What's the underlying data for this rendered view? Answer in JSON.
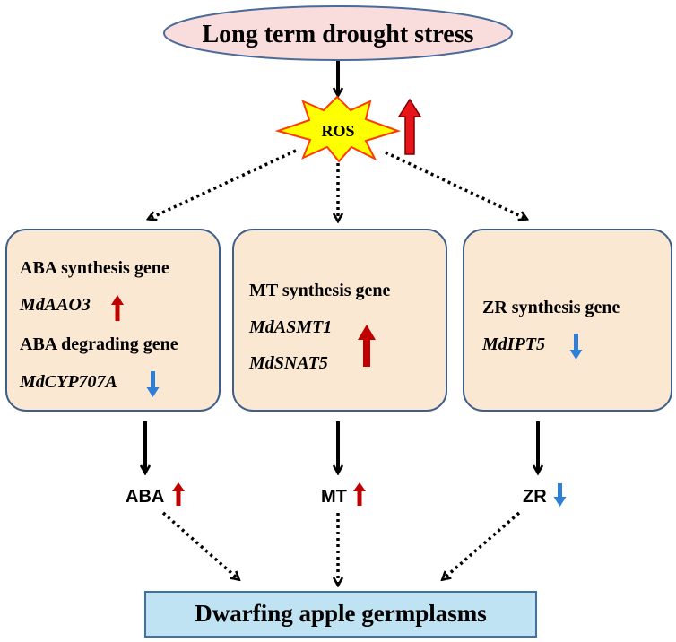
{
  "top": {
    "label": "Long term drought stress"
  },
  "ros": {
    "label": "ROS",
    "trend": "up"
  },
  "boxes": [
    {
      "name": "aba-box",
      "lines": [
        {
          "text": "ABA synthesis gene",
          "italic": false
        },
        {
          "text": "MdAAO3",
          "italic": true,
          "trend": "up"
        },
        {
          "text": "ABA degrading gene",
          "italic": false
        },
        {
          "text": "MdCYP707A",
          "italic": true,
          "trend": "down"
        }
      ]
    },
    {
      "name": "mt-box",
      "lines": [
        {
          "text": "MT synthesis gene",
          "italic": false
        },
        {
          "text": "MdASMT1",
          "italic": true
        },
        {
          "text": "MdSNAT5",
          "italic": true
        }
      ],
      "group_trend": "up"
    },
    {
      "name": "zr-box",
      "lines": [
        {
          "text": "ZR synthesis gene",
          "italic": false
        },
        {
          "text": "MdIPT5",
          "italic": true,
          "trend": "down"
        }
      ]
    }
  ],
  "hormones": [
    {
      "label": "ABA",
      "trend": "up"
    },
    {
      "label": "MT",
      "trend": "up"
    },
    {
      "label": "ZR",
      "trend": "down"
    }
  ],
  "bottom": {
    "label": "Dwarfing apple germplasms"
  },
  "colors": {
    "up_arrow": "#c00000",
    "ros_arrow": "#e8141a",
    "down_arrow": "#2f7ed8",
    "box_fill": "#fbe8d3",
    "box_stroke": "#3f5f8a",
    "ellipse_fill": "#f9dcdc",
    "ellipse_stroke": "#4a6a9a",
    "star_fill": "#ffff00",
    "star_stroke": "#ff3b00",
    "bottom_fill": "#bfe3f2",
    "bottom_stroke": "#3f73a8"
  },
  "icons": {
    "up": "up-arrow-icon",
    "down": "down-arrow-icon",
    "burst": "ros-burst-icon"
  }
}
